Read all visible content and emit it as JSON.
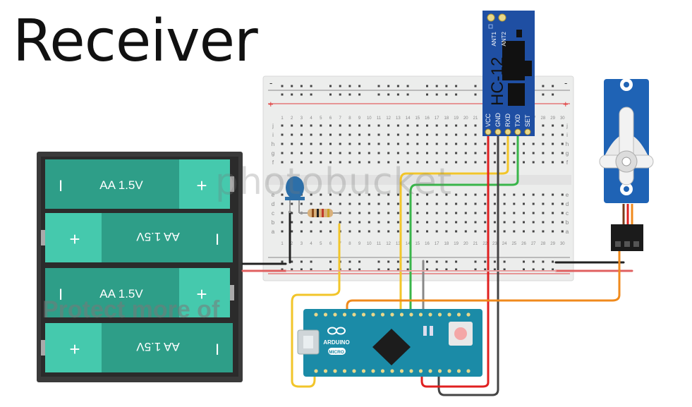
{
  "title": "Receiver",
  "watermark": {
    "brand": "photobucket",
    "banner": "Protect more of"
  },
  "battery_pack": {
    "cells": [
      {
        "label": "AA 1.5V",
        "flipped": false
      },
      {
        "label": "AA 1.5V",
        "flipped": true
      },
      {
        "label": "AA 1.5V",
        "flipped": false
      },
      {
        "label": "AA 1.5V",
        "flipped": true
      }
    ],
    "plus": "+",
    "minus": "I"
  },
  "breadboard": {
    "columns": [
      "1",
      "2",
      "3",
      "4",
      "5",
      "6",
      "7",
      "8",
      "9",
      "10",
      "11",
      "12",
      "13",
      "14",
      "15",
      "16",
      "17",
      "18",
      "19",
      "20",
      "21",
      "22",
      "23",
      "24",
      "25",
      "26",
      "27",
      "28",
      "29",
      "30"
    ],
    "rows_top": [
      "j",
      "i",
      "h",
      "g",
      "f"
    ],
    "rows_bottom": [
      "e",
      "d",
      "c",
      "b",
      "a"
    ],
    "rail_minus": "-",
    "rail_plus": "+"
  },
  "hc12": {
    "name": "HC-12",
    "antennas": [
      "ANT1",
      "ANT2"
    ],
    "pins": [
      "VCC",
      "GND",
      "RXD",
      "TXD",
      "SET"
    ]
  },
  "arduino": {
    "brand": "ARDUINO",
    "model": "MICRO"
  },
  "colors": {
    "module_blue": "#1f4fa3",
    "battery_teal": "#3cbfa3",
    "wire_yellow": "#f2c52a",
    "wire_green": "#39b54a",
    "wire_red": "#e02020",
    "wire_orange": "#f08a1c",
    "wire_black": "#222222",
    "wire_gray": "#888888"
  }
}
